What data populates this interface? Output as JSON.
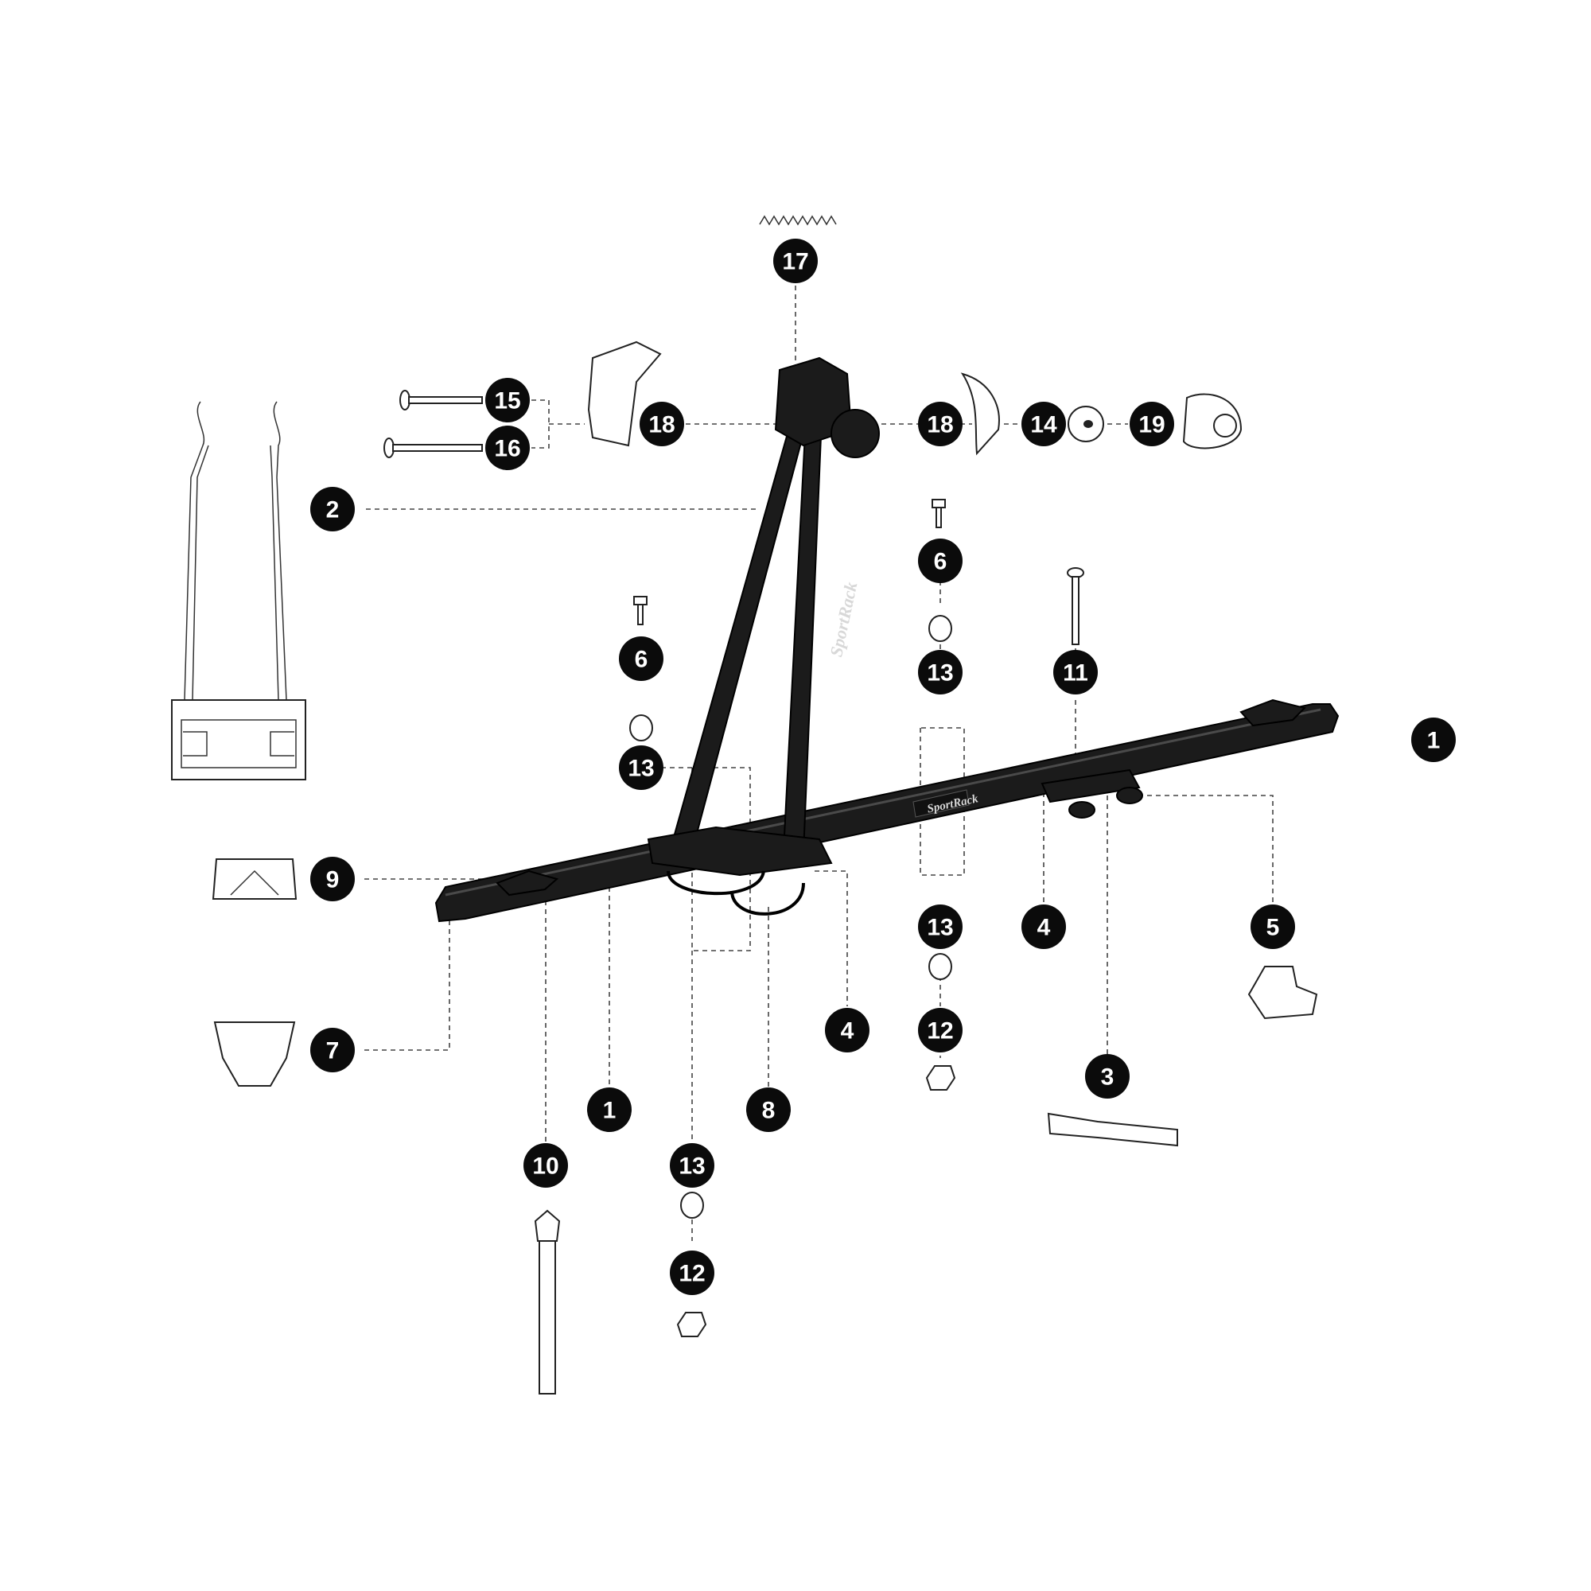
{
  "diagram": {
    "brand_text": "SportRack",
    "callout_color": "#0b0b0b",
    "callouts": [
      {
        "label": "17"
      },
      {
        "label": "15"
      },
      {
        "label": "16"
      },
      {
        "label": "18"
      },
      {
        "label": "18"
      },
      {
        "label": "14"
      },
      {
        "label": "19"
      },
      {
        "label": "2"
      },
      {
        "label": "6"
      },
      {
        "label": "6"
      },
      {
        "label": "13"
      },
      {
        "label": "11"
      },
      {
        "label": "1"
      },
      {
        "label": "13"
      },
      {
        "label": "9"
      },
      {
        "label": "13"
      },
      {
        "label": "4"
      },
      {
        "label": "5"
      },
      {
        "label": "4"
      },
      {
        "label": "12"
      },
      {
        "label": "7"
      },
      {
        "label": "1"
      },
      {
        "label": "8"
      },
      {
        "label": "3"
      },
      {
        "label": "10"
      },
      {
        "label": "13"
      },
      {
        "label": "12"
      }
    ]
  }
}
